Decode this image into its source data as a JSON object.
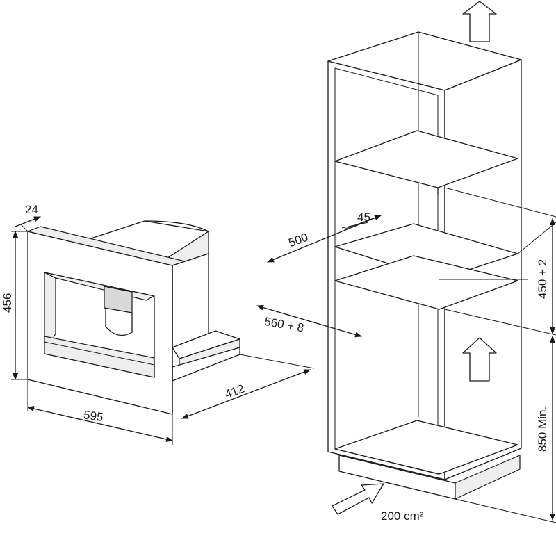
{
  "dimensions": {
    "frame_depth": "24",
    "appliance_height": "456",
    "appliance_width": "595",
    "appliance_depth": "412",
    "cutout_depth": "500",
    "back_gap": "45",
    "cutout_width": "560 + 8",
    "cutout_height": "450 + 2",
    "floor_height": "850 Min.",
    "ventilation_area": "200 cm²"
  },
  "colors": {
    "line": "#1a1a1a",
    "background": "#ffffff"
  },
  "icons": [
    "airflow-arrow-icon",
    "ventilation-inlet-arrow-icon"
  ]
}
